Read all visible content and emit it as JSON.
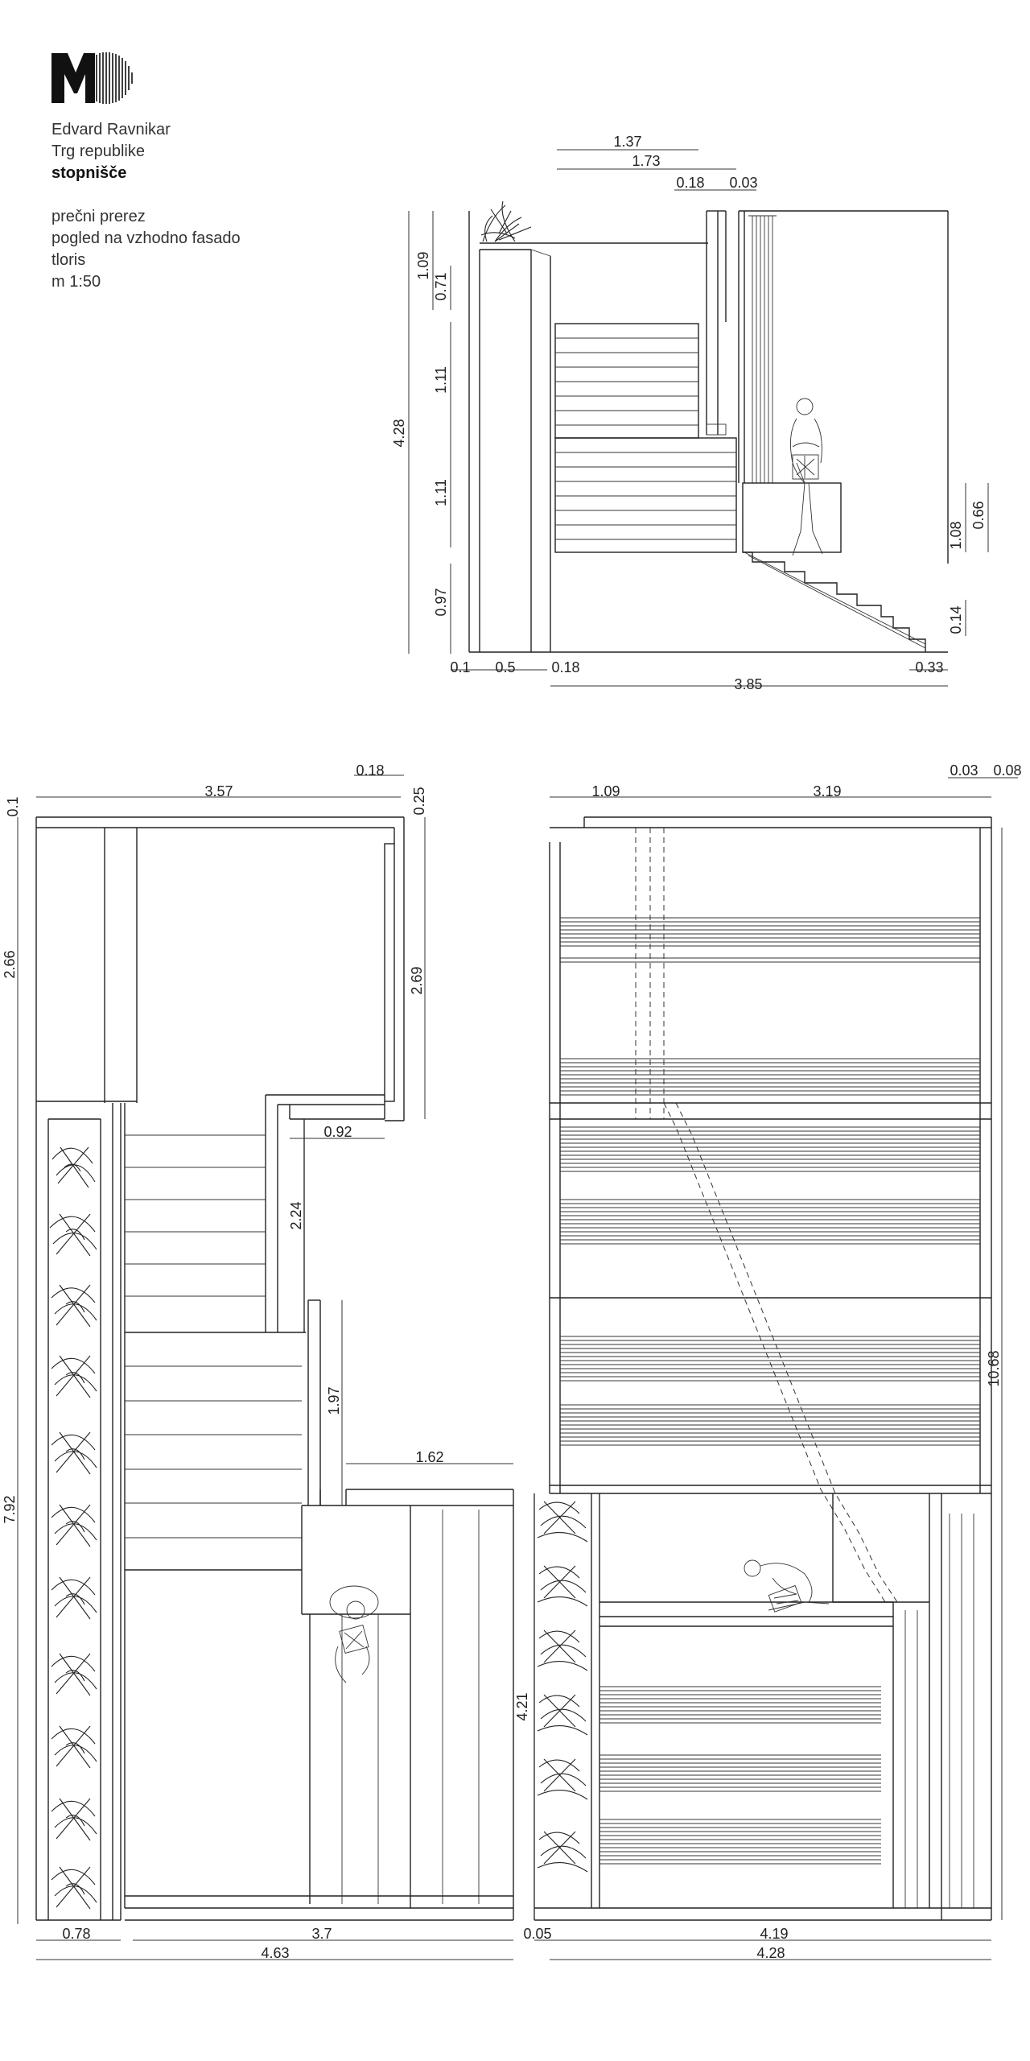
{
  "header": {
    "author": "Edvard Ravnikar",
    "place": "Trg republike",
    "subject": "stopnišče"
  },
  "legend": {
    "items": [
      "prečni prerez",
      "pogled na vzhodno fasado",
      "tloris",
      "m 1:50"
    ]
  },
  "section": {
    "dims": {
      "top_a": "1.37",
      "top_b": "1.73",
      "top_c": "0.18",
      "top_d": "0.03",
      "left_h1": "1.09",
      "left_h2": "0.71",
      "left_h3": "1.11",
      "left_h4": "1.11",
      "left_h5": "0.97",
      "left_total": "4.28",
      "bot_a": "0.1",
      "bot_b": "0.5",
      "bot_c": "0.18",
      "bot_d": "0.33",
      "bot_total": "3.85",
      "right_a": "1.08",
      "right_b": "0.66",
      "right_c": "0.14"
    }
  },
  "plan": {
    "dims": {
      "top_a": "0.18",
      "top_b": "3.57",
      "left_a": "0.1",
      "left_b": "2.66",
      "left_c": "7.92",
      "right_a": "0.25",
      "right_b": "2.69",
      "mid_a": "0.92",
      "mid_b": "2.24",
      "mid_c": "1.97",
      "mid_d": "1.62",
      "bot_a": "0.78",
      "bot_b": "3.7",
      "bot_total": "4.63"
    }
  },
  "facade": {
    "dims": {
      "top_a": "0.03",
      "top_b": "0.08",
      "top_c": "1.09",
      "top_d": "3.19",
      "right_a": "10.68",
      "left_a": "4.21",
      "bot_a": "0.05",
      "bot_b": "4.19",
      "bot_total": "4.28"
    }
  }
}
